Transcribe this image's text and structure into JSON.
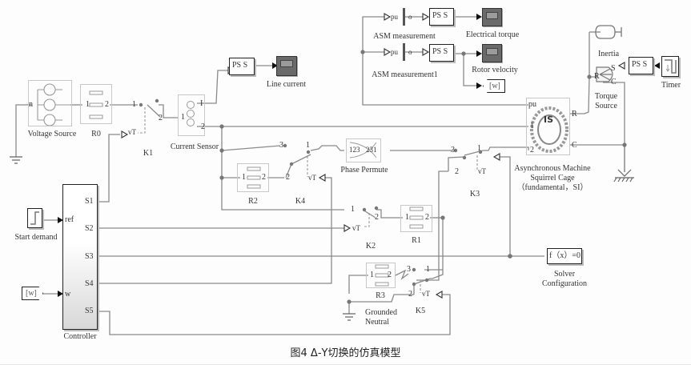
{
  "caption": "图4   Δ-Y切换的仿真模型",
  "blocks": {
    "voltage_source": {
      "label": "Voltage Source",
      "port_n": "n"
    },
    "r0": {
      "label": "R0",
      "port1": "1",
      "port2": "2"
    },
    "k1": {
      "label": "K1",
      "port1": "1",
      "port2": "2",
      "ctrl": "vT"
    },
    "current_sensor": {
      "label": "Current Sensor",
      "port_i": "I",
      "port1": "1",
      "port2": "2"
    },
    "ps_s_line": {
      "text": "PS  S"
    },
    "line_current": {
      "label": "Line current"
    },
    "asm_meas": {
      "label": "ASM measurement",
      "in": "pu",
      "out": "o"
    },
    "asm_meas1": {
      "label": "ASM measurement1",
      "in": "pu",
      "out": "o"
    },
    "ps_s_torque": {
      "text": "PS  S"
    },
    "ps_s_velocity": {
      "text": "PS  S"
    },
    "electrical_torque": {
      "label": "Electrical torque"
    },
    "rotor_velocity": {
      "label": "Rotor velocity"
    },
    "goto_w": {
      "text": "[w]"
    },
    "inertia": {
      "label": "Inertia"
    },
    "torque_source": {
      "label1": "Torque",
      "label2": "Source",
      "port_s": "S",
      "port_r": "R",
      "port_c": "C"
    },
    "ps_s_timer": {
      "text": "PS  S"
    },
    "timer": {
      "label": "Timer"
    },
    "asm": {
      "label1": "Asynchronous Machine",
      "label2": "Squirrel Cage",
      "label3": "（fundamental，SI）",
      "port_pu": "pu",
      "port1": "1",
      "port2": "2",
      "port_r": "R",
      "port_c": "C"
    },
    "k4": {
      "label": "K4",
      "port1": "1",
      "port2": "2",
      "port3": "3",
      "ctrl": "vT"
    },
    "r2": {
      "label": "R2",
      "port1": "1",
      "port2": "2"
    },
    "phase_permute": {
      "label": "Phase Permute",
      "in": "123",
      "out": "231"
    },
    "k3": {
      "label": "K3",
      "port1": "1",
      "port2": "2",
      "port3": "3",
      "ctrl": "vT"
    },
    "k2": {
      "label": "K2",
      "port1": "1",
      "port2": "2",
      "ctrl": "vT"
    },
    "r1": {
      "label": "R1",
      "port1": "1",
      "port2": "2"
    },
    "solver": {
      "label1": "Solver",
      "label2": "Configuration",
      "text": "f（x）=0"
    },
    "r3": {
      "label": "R3",
      "port1": "1",
      "port2": "2"
    },
    "k5": {
      "label": "K5",
      "port1": "1",
      "port2": "2",
      "port3": "3",
      "ctrl": "vT"
    },
    "grounded_neutral": {
      "label1": "Grounded",
      "label2": "Neutral"
    },
    "start_demand": {
      "label": "Start demand"
    },
    "from_w": {
      "text": "[w]"
    },
    "controller": {
      "label": "Controller",
      "in_ref": "ref",
      "in_w": "w",
      "outputs": [
        "S1",
        "S2",
        "S3",
        "S4",
        "S5"
      ]
    }
  }
}
